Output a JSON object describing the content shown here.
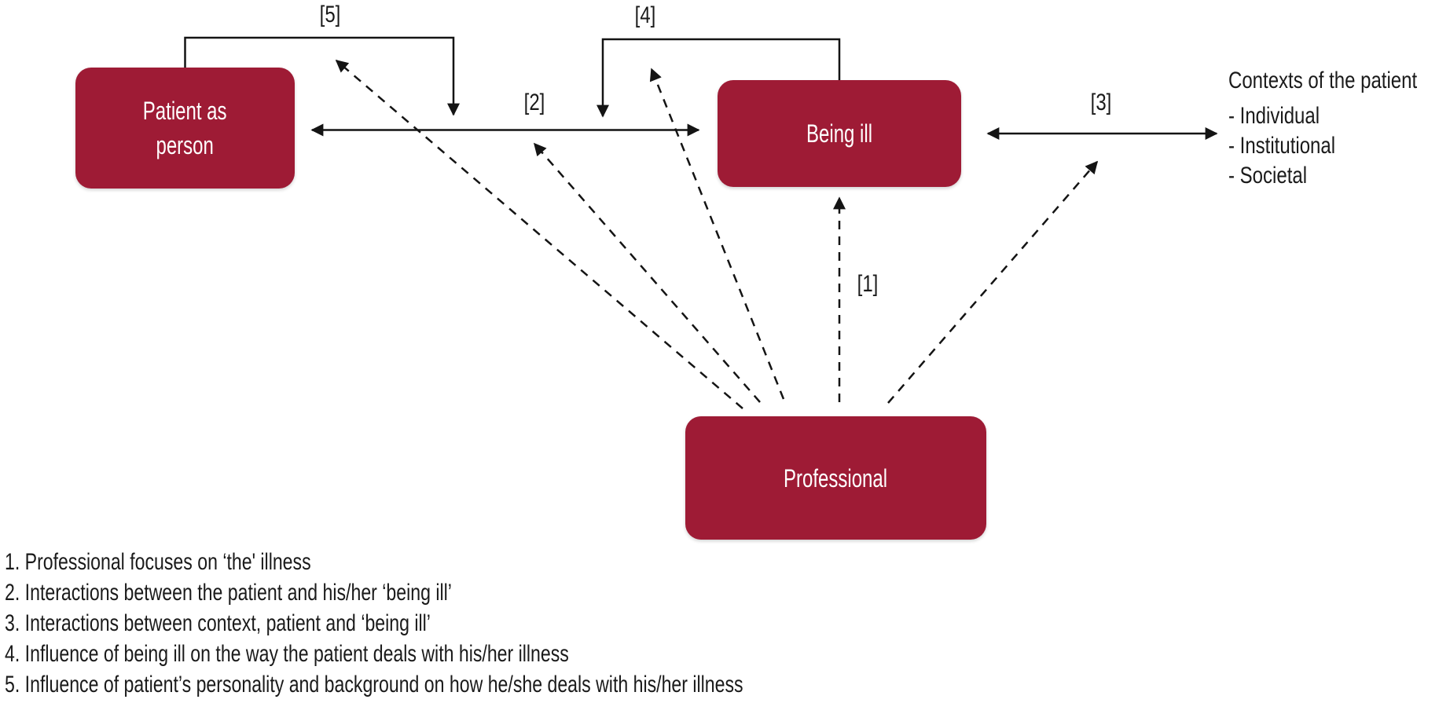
{
  "colors": {
    "box_fill": "#9E1B35",
    "box_text": "#ffffff",
    "line": "#141414"
  },
  "diagram": {
    "boxes": {
      "patient": {
        "line1": "Patient as",
        "line2": "person"
      },
      "being_ill": {
        "label": "Being ill"
      },
      "professional": {
        "label": "Professional"
      }
    },
    "arrow_labels": {
      "n1": "[1]",
      "n2": "[2]",
      "n3": "[3]",
      "n4": "[4]",
      "n5": "[5]"
    },
    "contexts": {
      "title": "Contexts of the patient",
      "items": [
        "- Individual",
        "- Institutional",
        "- Societal"
      ]
    },
    "legend": {
      "items": [
        "1. Professional focuses on ‘the' illness",
        "2. Interactions between the patient and his/her ‘being ill’",
        "3. Interactions between context, patient and ‘being ill’",
        "4. Influence of being ill on the way the patient deals with his/her illness",
        "5. Influence of patient’s personality and background on how he/she deals with his/her illness"
      ]
    }
  }
}
